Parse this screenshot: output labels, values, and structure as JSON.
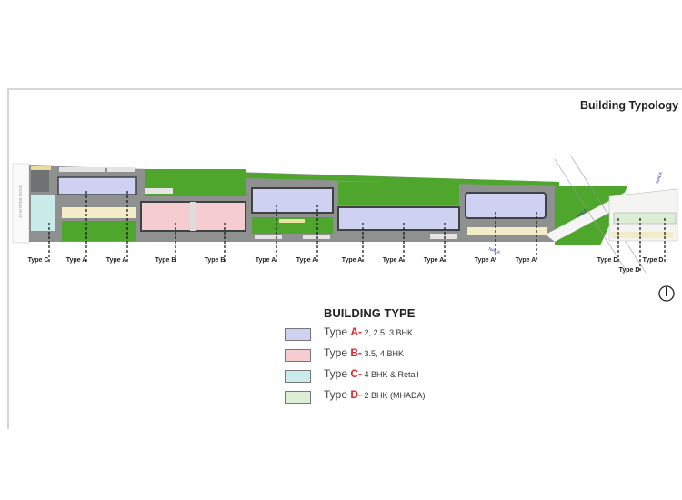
{
  "header": {
    "title": "Building Typology"
  },
  "plan": {
    "road_label": "18 M WIDE ROAD",
    "nala_labels": [
      "NALA",
      "NALA",
      "NALA"
    ],
    "type_labels": [
      {
        "text": "Type C"
      },
      {
        "text": "Type A"
      },
      {
        "text": "Type A"
      },
      {
        "text": "Type B"
      },
      {
        "text": "Type B"
      },
      {
        "text": "Type A"
      },
      {
        "text": "Type A"
      },
      {
        "text": "Type A"
      },
      {
        "text": "Type A"
      },
      {
        "text": "Type A"
      },
      {
        "text": "Type A"
      },
      {
        "text": "Type A"
      },
      {
        "text": "Type D"
      },
      {
        "text": "Type D"
      },
      {
        "text": "Type D"
      }
    ]
  },
  "legend": {
    "title": "BUILDING TYPE",
    "items": [
      {
        "prefix": "Type ",
        "key": "A-",
        "desc": " 2, 2.5, 3 BHK",
        "color": "#cfd1f3"
      },
      {
        "prefix": "Type ",
        "key": "B-",
        "desc": " 3.5, 4 BHK",
        "color": "#f5cdd1"
      },
      {
        "prefix": "Type ",
        "key": "C-",
        "desc": " 4 BHK & Retail",
        "color": "#c9ecea"
      },
      {
        "prefix": "Type ",
        "key": "D-",
        "desc": " 2 BHK (MHADA)",
        "color": "#dcefd6"
      }
    ]
  },
  "colors": {
    "green": "#4ea62c",
    "gray": "#8f9090",
    "dark": "#3e4242",
    "beige": "#f3ecc6",
    "accent": "#e0262a"
  }
}
